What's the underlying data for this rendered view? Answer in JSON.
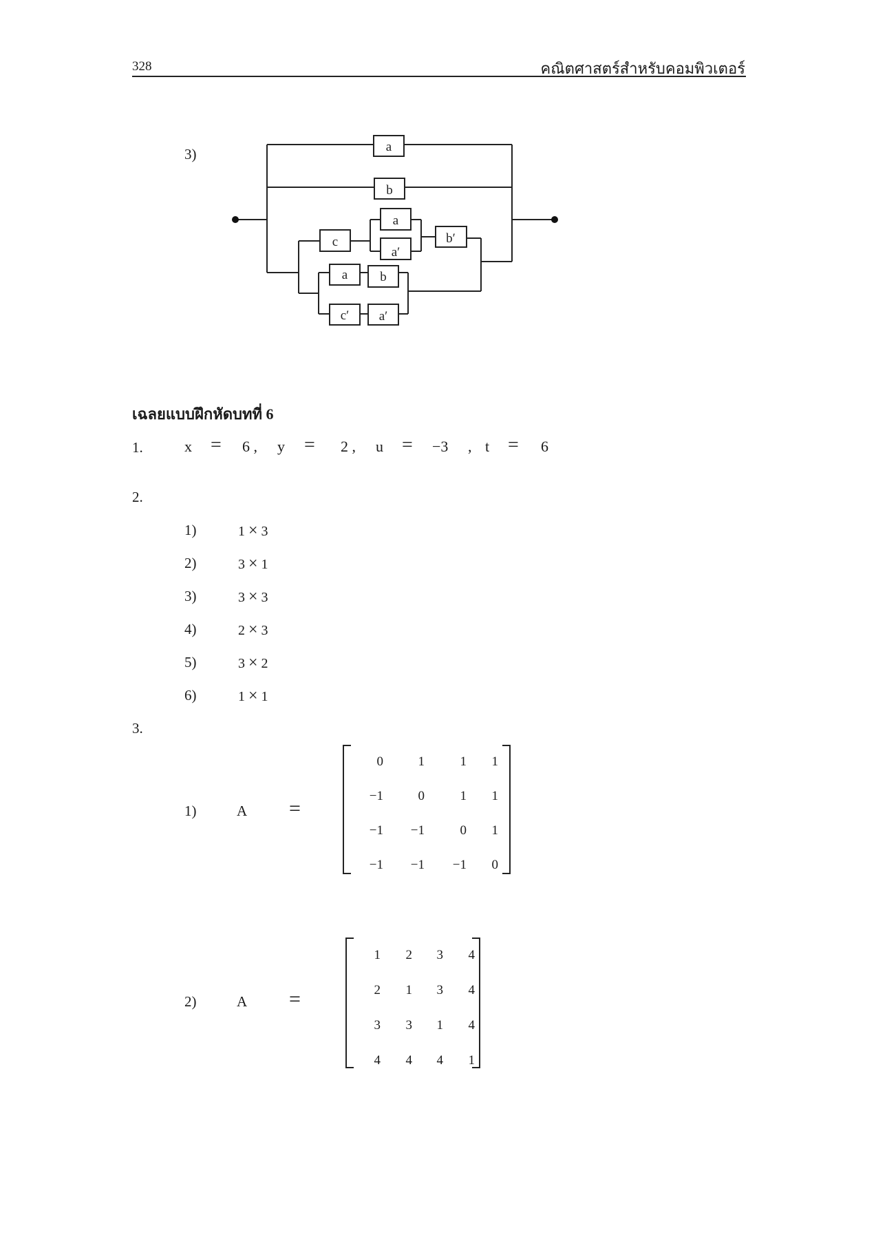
{
  "header": {
    "page_number": "328",
    "book_title": "คณิตศาสตร์สำหรับคอมพิวเตอร์"
  },
  "circuit": {
    "label": "3)",
    "switches": {
      "top_a": "a",
      "mid_b": "b",
      "c": "c",
      "inner_a": "a",
      "inner_a_prime": "a′",
      "b_prime": "b′",
      "low_a": "a",
      "low_b": "b",
      "c_prime": "c′",
      "low_a_prime": "a′"
    }
  },
  "section": {
    "title": "เฉลยแบบฝึกหัดบทที่ 6"
  },
  "q1": {
    "number": "1.",
    "x_var": "x",
    "x_val": "6 ,",
    "y_var": "y",
    "y_val": "2 ,",
    "u_var": "u",
    "u_val": "−3",
    "t_sep": ",",
    "t_var": "t",
    "t_val": "6",
    "eq": "="
  },
  "q2": {
    "number": "2.",
    "items": [
      {
        "label": "1)",
        "rows": "1",
        "cols": "3"
      },
      {
        "label": "2)",
        "rows": "3",
        "cols": "1"
      },
      {
        "label": "3)",
        "rows": "3",
        "cols": "3"
      },
      {
        "label": "4)",
        "rows": "2",
        "cols": "3"
      },
      {
        "label": "5)",
        "rows": "3",
        "cols": "2"
      },
      {
        "label": "6)",
        "rows": "1",
        "cols": "1"
      }
    ],
    "times": "×"
  },
  "q3": {
    "number": "3.",
    "parts": [
      {
        "label": "1)",
        "var": "A",
        "eq": "=",
        "matrix": [
          [
            "0",
            "1",
            "1",
            "1"
          ],
          [
            "−1",
            "0",
            "1",
            "1"
          ],
          [
            "−1",
            "−1",
            "0",
            "1"
          ],
          [
            "−1",
            "−1",
            "−1",
            "0"
          ]
        ]
      },
      {
        "label": "2)",
        "var": "A",
        "eq": "=",
        "matrix": [
          [
            "1",
            "2",
            "3",
            "4"
          ],
          [
            "2",
            "1",
            "3",
            "4"
          ],
          [
            "3",
            "3",
            "1",
            "4"
          ],
          [
            "4",
            "4",
            "4",
            "1"
          ]
        ]
      }
    ]
  }
}
